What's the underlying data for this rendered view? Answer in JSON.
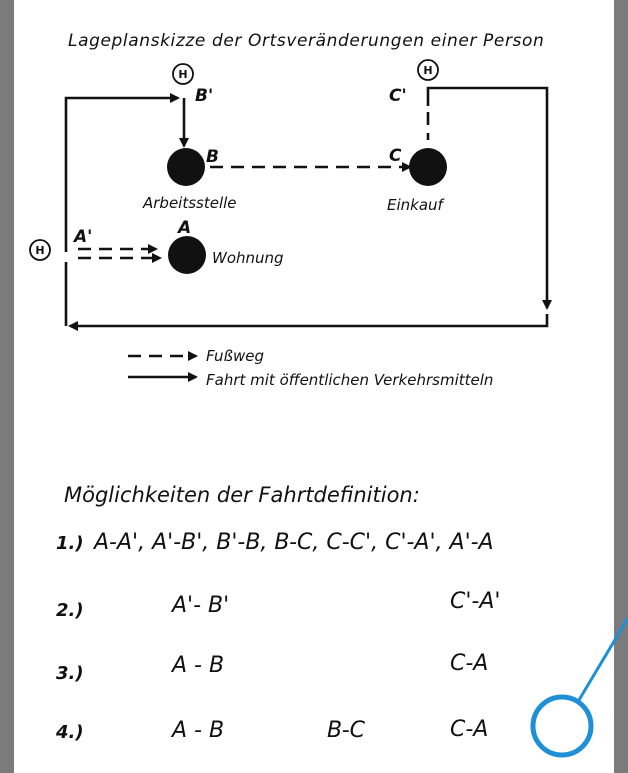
{
  "title": "Lageplanskizze der Ortsveränderungen einer Person",
  "points": {
    "A": "A",
    "A_prime": "A'",
    "B": "B",
    "B_prime": "B'",
    "C": "C",
    "C_prime": "C'"
  },
  "stop_symbol": "H",
  "place_labels": {
    "work": "Arbeitsstelle",
    "shopping": "Einkauf",
    "home": "Wohnung"
  },
  "legend": {
    "walk": "Fußweg",
    "transit": "Fahrt mit öffentlichen Verkehrsmitteln"
  },
  "definitions": {
    "heading": "Möglichkeiten der Fahrtdefinition:",
    "rows": [
      {
        "number": "1.)",
        "items": [
          "A-A', A'-B', B'-B, B-C, C-C', C'-A', A'-A"
        ]
      },
      {
        "number": "2.)",
        "items": [
          "A'- B'",
          "C'-A'"
        ]
      },
      {
        "number": "3.)",
        "items": [
          "A - B",
          "C-A"
        ]
      },
      {
        "number": "4.)",
        "items": [
          "A - B",
          "B-C",
          "C-A"
        ]
      }
    ]
  },
  "colors": {
    "ink": "#111111",
    "frame": "#7b7b7b",
    "highlight": "#1e90d6"
  }
}
